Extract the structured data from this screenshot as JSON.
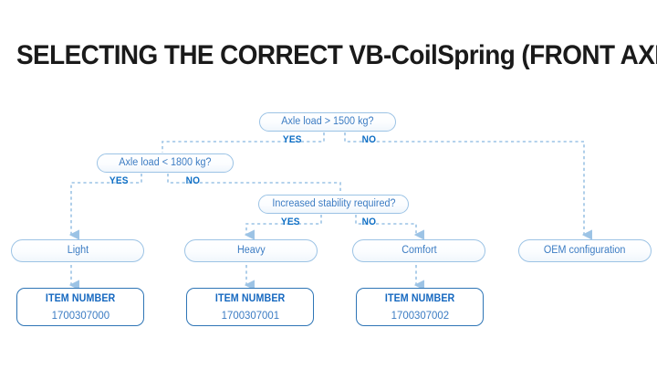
{
  "title": "SELECTING THE CORRECT VB-CoilSpring (FRONT AXLE)",
  "colors": {
    "title_text": "#1a1a1a",
    "node_border": "#9cc3e5",
    "node_text": "#3c7cc3",
    "branch_label": "#0f6fc5",
    "connector": "#9cc3e5",
    "itembox_border": "#2e75b6",
    "itembox_title": "#1769c0",
    "background": "#ffffff"
  },
  "chart_data": {
    "type": "flowchart",
    "title": "SELECTING THE CORRECT VB-CoilSpring (FRONT AXLE)",
    "nodes": [
      {
        "id": "d1",
        "kind": "decision",
        "label": "Axle load > 1500 kg?"
      },
      {
        "id": "d2",
        "kind": "decision",
        "label": "Axle load < 1800 kg?"
      },
      {
        "id": "d3",
        "kind": "decision",
        "label": "Increased stability required?"
      },
      {
        "id": "r1",
        "kind": "result",
        "label": "Light"
      },
      {
        "id": "r2",
        "kind": "result",
        "label": "Heavy"
      },
      {
        "id": "r3",
        "kind": "result",
        "label": "Comfort"
      },
      {
        "id": "r4",
        "kind": "result",
        "label": "OEM configuration"
      },
      {
        "id": "i1",
        "kind": "item",
        "label": "ITEM NUMBER",
        "value": "1700307000"
      },
      {
        "id": "i2",
        "kind": "item",
        "label": "ITEM NUMBER",
        "value": "1700307001"
      },
      {
        "id": "i3",
        "kind": "item",
        "label": "ITEM NUMBER",
        "value": "1700307002"
      }
    ],
    "edges": [
      {
        "from": "d1",
        "to": "d2",
        "label": "YES"
      },
      {
        "from": "d1",
        "to": "r4",
        "label": "NO"
      },
      {
        "from": "d2",
        "to": "r1",
        "label": "YES"
      },
      {
        "from": "d2",
        "to": "d3",
        "label": "NO"
      },
      {
        "from": "d3",
        "to": "r2",
        "label": "YES"
      },
      {
        "from": "d3",
        "to": "r3",
        "label": "NO"
      },
      {
        "from": "r1",
        "to": "i1",
        "label": ""
      },
      {
        "from": "r2",
        "to": "i2",
        "label": ""
      },
      {
        "from": "r3",
        "to": "i3",
        "label": ""
      }
    ]
  },
  "nodes": {
    "d1": {
      "label": "Axle load > 1500 kg?",
      "yes": "YES",
      "no": "NO"
    },
    "d2": {
      "label": "Axle load < 1800 kg?",
      "yes": "YES",
      "no": "NO"
    },
    "d3": {
      "label": "Increased stability required?",
      "yes": "YES",
      "no": "NO"
    },
    "r1": {
      "label": "Light"
    },
    "r2": {
      "label": "Heavy"
    },
    "r3": {
      "label": "Comfort"
    },
    "r4": {
      "label": "OEM configuration"
    },
    "i1": {
      "title": "ITEM NUMBER",
      "number": "1700307000"
    },
    "i2": {
      "title": "ITEM NUMBER",
      "number": "1700307001"
    },
    "i3": {
      "title": "ITEM NUMBER",
      "number": "1700307002"
    }
  }
}
